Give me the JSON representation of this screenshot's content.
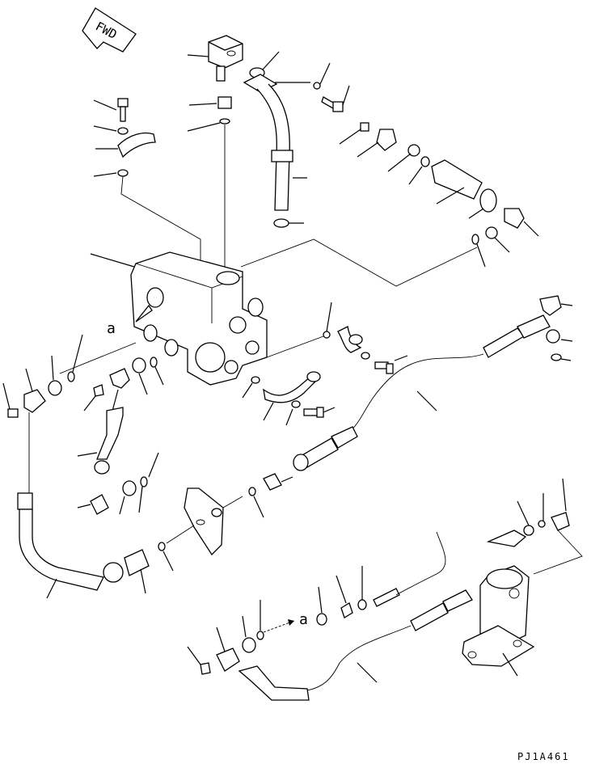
{
  "drawing": {
    "direction_sign": "FWD",
    "reference_mark_1": "a",
    "reference_mark_2": "a",
    "drawing_code": "PJ1A461"
  }
}
